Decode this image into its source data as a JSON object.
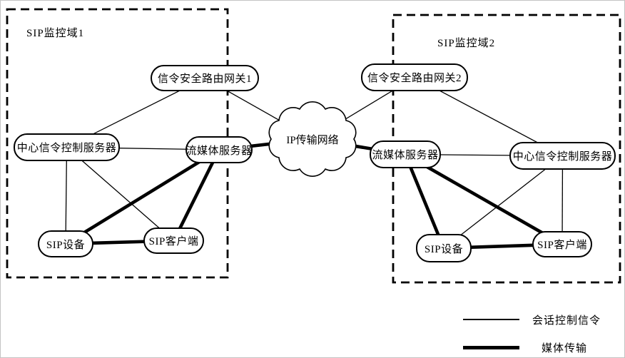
{
  "colors": {
    "line": "#000000",
    "node_border": "#000000",
    "background": "#ffffff",
    "frame_border": "#c4c4c4"
  },
  "diagram": {
    "domains": [
      {
        "id": "domain1",
        "label": "SIP监控域1"
      },
      {
        "id": "domain2",
        "label": "SIP监控域2"
      }
    ],
    "nodes": [
      {
        "id": "gateway1",
        "label": "信令安全路由网关1"
      },
      {
        "id": "center-server1",
        "label": "中心信令控制服务器"
      },
      {
        "id": "media-server1",
        "label": "流媒体服务器"
      },
      {
        "id": "sip-device1",
        "label": "SIP设备"
      },
      {
        "id": "sip-client1",
        "label": "SIP客户端"
      },
      {
        "id": "gateway2",
        "label": "信令安全路由网关2"
      },
      {
        "id": "media-server2",
        "label": "流媒体服务器"
      },
      {
        "id": "center-server2",
        "label": "中心信令控制服务器"
      },
      {
        "id": "sip-device2",
        "label": "SIP设备"
      },
      {
        "id": "sip-client2",
        "label": "SIP客户端"
      }
    ],
    "cloud": {
      "id": "cloud",
      "label": "IP传输网络"
    },
    "edges": [
      {
        "from": "gateway1",
        "to": "center-server1",
        "kind": "signaling"
      },
      {
        "from": "gateway1",
        "to": "cloud",
        "kind": "signaling"
      },
      {
        "from": "center-server1",
        "to": "media-server1",
        "kind": "signaling"
      },
      {
        "from": "center-server1",
        "to": "sip-device1",
        "kind": "signaling"
      },
      {
        "from": "center-server1",
        "to": "sip-client1",
        "kind": "signaling"
      },
      {
        "from": "media-server1",
        "to": "sip-device1",
        "kind": "media"
      },
      {
        "from": "media-server1",
        "to": "sip-client1",
        "kind": "media"
      },
      {
        "from": "sip-device1",
        "to": "sip-client1",
        "kind": "media"
      },
      {
        "from": "media-server1",
        "to": "cloud",
        "kind": "media"
      },
      {
        "from": "cloud",
        "to": "gateway2",
        "kind": "signaling"
      },
      {
        "from": "cloud",
        "to": "media-server2",
        "kind": "media"
      },
      {
        "from": "gateway2",
        "to": "center-server2",
        "kind": "signaling"
      },
      {
        "from": "media-server2",
        "to": "center-server2",
        "kind": "signaling"
      },
      {
        "from": "center-server2",
        "to": "sip-device2",
        "kind": "signaling"
      },
      {
        "from": "center-server2",
        "to": "sip-client2",
        "kind": "signaling"
      },
      {
        "from": "media-server2",
        "to": "sip-device2",
        "kind": "media"
      },
      {
        "from": "media-server2",
        "to": "sip-client2",
        "kind": "media"
      },
      {
        "from": "sip-device2",
        "to": "sip-client2",
        "kind": "media"
      }
    ]
  },
  "legend": {
    "items": [
      {
        "kind": "signaling",
        "label": "会话控制信令"
      },
      {
        "kind": "media",
        "label": "媒体传输"
      }
    ]
  }
}
